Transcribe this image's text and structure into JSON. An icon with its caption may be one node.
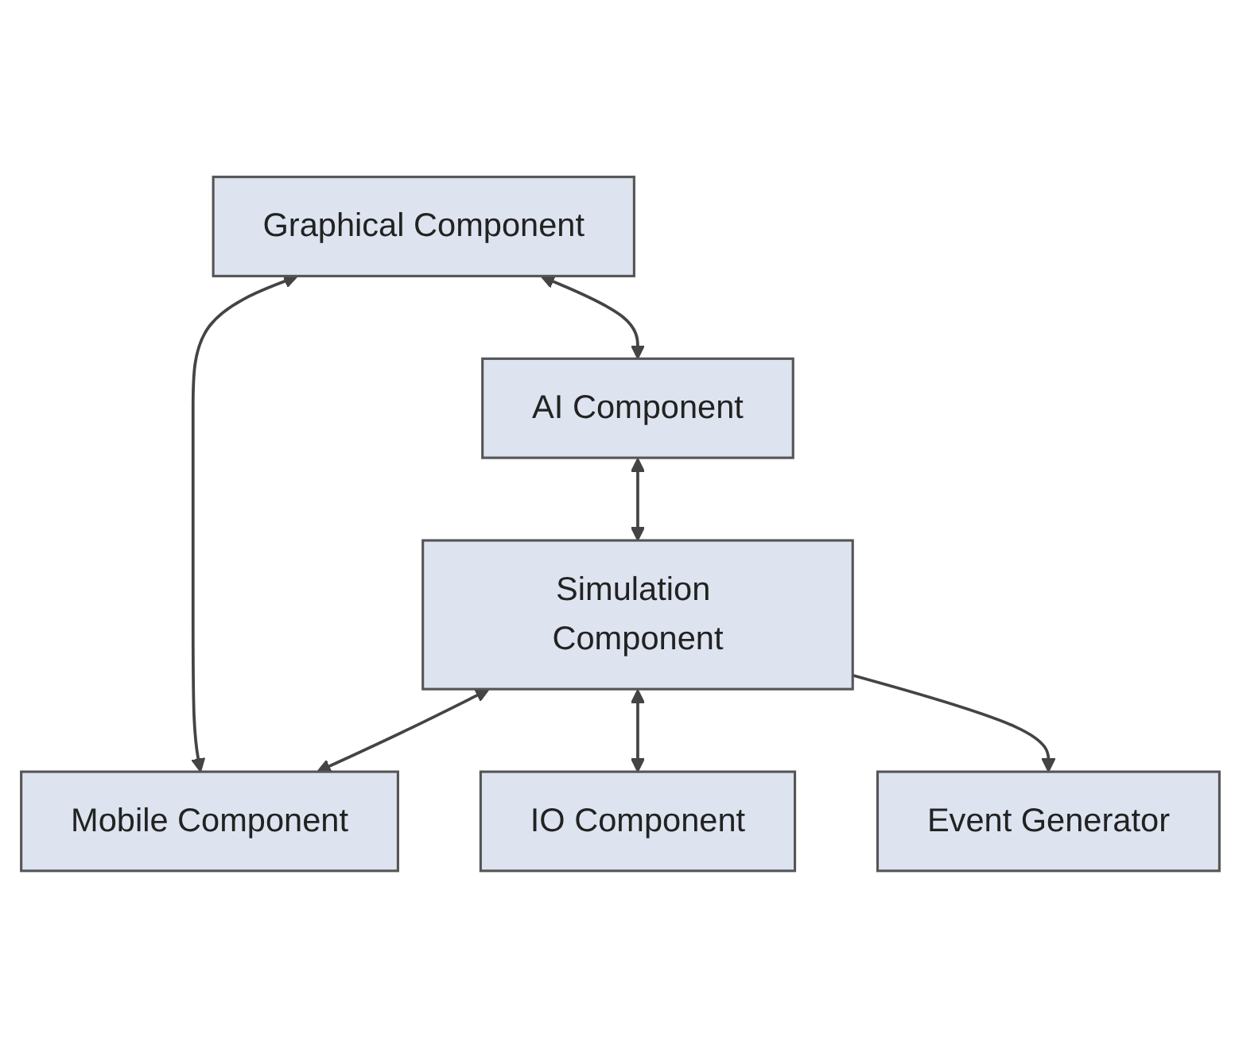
{
  "diagram": {
    "nodes": [
      {
        "text": [
          "Graphical Component"
        ]
      },
      {
        "text": [
          "AI Component"
        ]
      },
      {
        "text": [
          "Mobile Component"
        ]
      },
      {
        "text": [
          "Simulation Component"
        ]
      },
      {
        "text": [
          "IO Component"
        ]
      },
      {
        "text": [
          "Event Generator"
        ]
      }
    ],
    "edges": [
      {
        "from": 0,
        "to": 1,
        "arrow": "both"
      },
      {
        "from": 0,
        "to": 2,
        "arrow": "both"
      },
      {
        "from": 1,
        "to": 3,
        "arrow": "both"
      },
      {
        "from": 3,
        "to": 2,
        "arrow": "both"
      },
      {
        "from": 3,
        "to": 4,
        "arrow": "both"
      },
      {
        "from": 3,
        "to": 5,
        "arrow": "to"
      }
    ]
  }
}
